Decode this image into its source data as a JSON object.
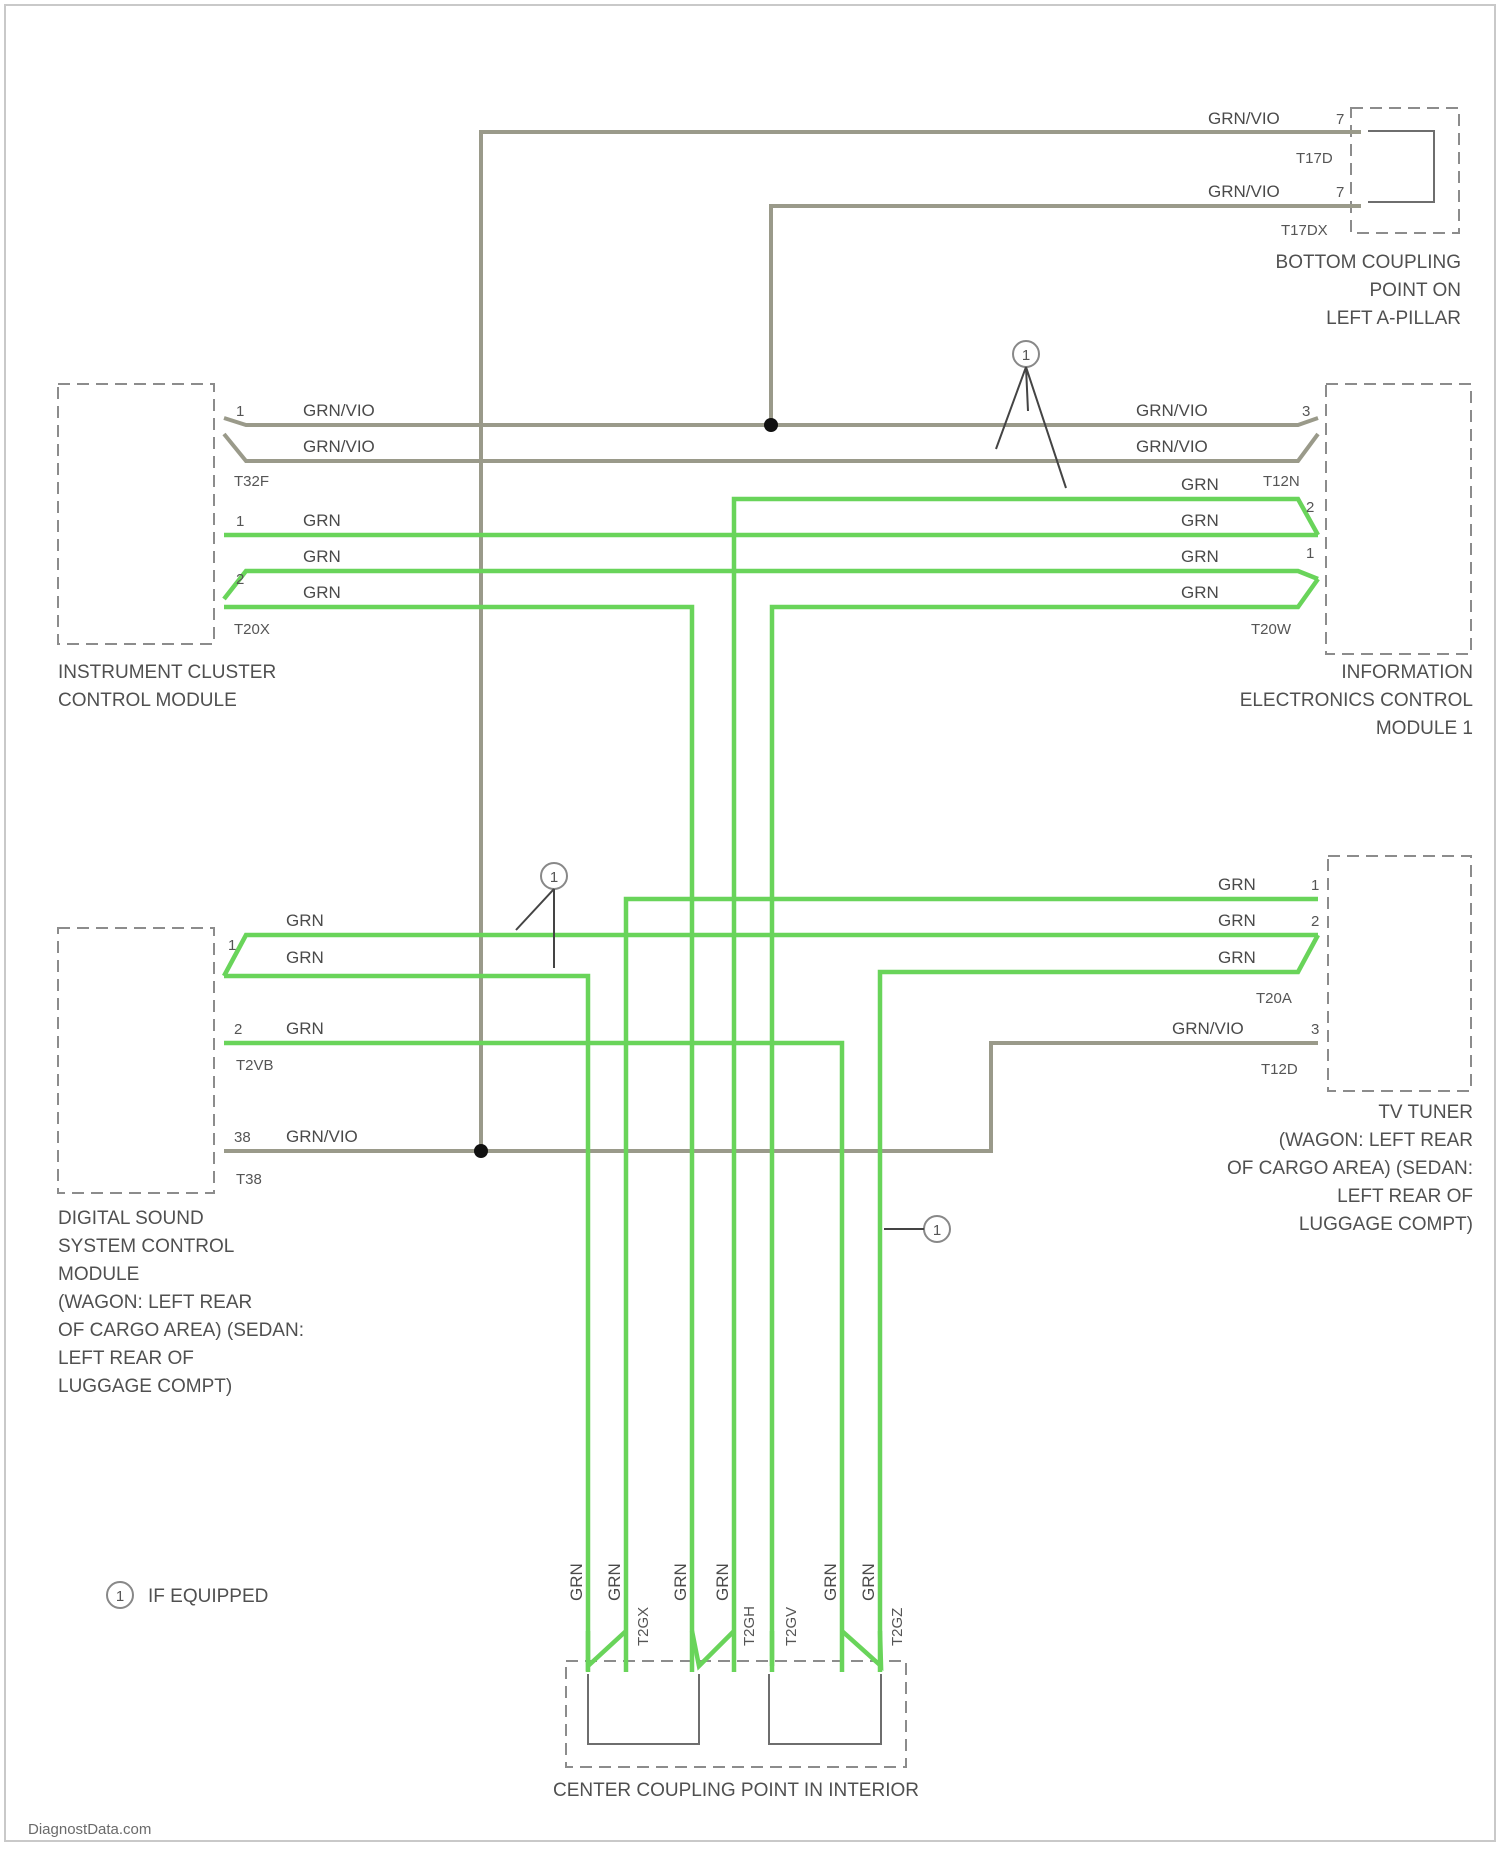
{
  "colors": {
    "gray_wire": "#9a9a8a",
    "green_wire": "#69d45a",
    "background": "#ffffff"
  },
  "components": {
    "bottom_coupling": [
      "BOTTOM COUPLING",
      "POINT ON",
      "LEFT A-PILLAR"
    ],
    "instrument_cluster": [
      "INSTRUMENT CLUSTER",
      "CONTROL MODULE"
    ],
    "info_electronics": [
      "INFORMATION",
      "ELECTRONICS CONTROL",
      "MODULE 1"
    ],
    "tv_tuner": [
      "TV TUNER",
      "(WAGON: LEFT REAR",
      "OF CARGO AREA) (SEDAN:",
      "LEFT REAR OF",
      "LUGGAGE COMPT)"
    ],
    "digital_sound": [
      "DIGITAL SOUND",
      "SYSTEM CONTROL",
      "MODULE",
      "(WAGON: LEFT REAR",
      "OF CARGO AREA) (SEDAN:",
      "LEFT REAR OF",
      "LUGGAGE COMPT)"
    ],
    "center_coupling": "CENTER COUPLING POINT IN INTERIOR"
  },
  "wire_labels": {
    "gray": "GRN/VIO",
    "green": "GRN"
  },
  "connectors": {
    "t17d": "T17D",
    "t17dx": "T17DX",
    "t32f": "T32F",
    "t12n": "T12N",
    "t20x": "T20X",
    "t20w": "T20W",
    "t20a": "T20A",
    "t12d": "T12D",
    "t2vb": "T2VB",
    "t38": "T38"
  },
  "pins": {
    "p1": "1",
    "p2": "2",
    "p3": "3",
    "p7": "7",
    "p38": "38"
  },
  "center_connectors": [
    "T2GX",
    "T2GH",
    "T2GV",
    "T2GZ"
  ],
  "legend": {
    "symbol": "1",
    "text": "IF EQUIPPED"
  },
  "watermark": "DiagnostData.com"
}
